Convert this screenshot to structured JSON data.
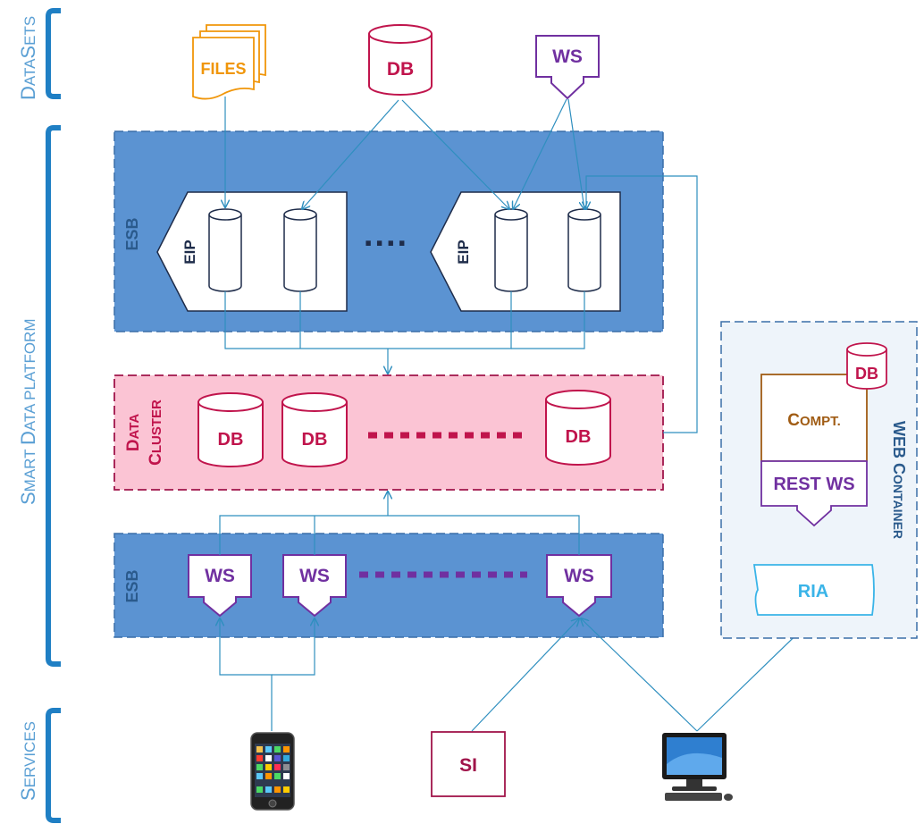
{
  "sections": {
    "datasets": {
      "big": "D",
      "small": "ATA",
      "big2": "S",
      "small2": "ETS"
    },
    "platform": {
      "big": "S",
      "small": "MART ",
      "big2": "D",
      "small2": "ATA PLATFORM"
    },
    "services": {
      "big": "S",
      "small": "ERVICES"
    }
  },
  "sources": {
    "files": "FILES",
    "db": "DB",
    "ws": "WS"
  },
  "esb_top": {
    "label": "ESB",
    "eip_left": "EIP",
    "eip_right": "EIP",
    "ellipsis": "...."
  },
  "cluster": {
    "label_big1": "D",
    "label_small1": "ATA",
    "label_big2": "C",
    "label_small2": "LUSTER",
    "db_items": [
      "DB",
      "DB",
      "DB"
    ]
  },
  "esb_bottom": {
    "label": "ESB",
    "ws_items": [
      "WS",
      "WS",
      "WS"
    ]
  },
  "web_container": {
    "title_big1": "WEB ",
    "title_big2": "C",
    "title_small2": "ONTAINER",
    "db": "DB",
    "compt_big": "C",
    "compt_small": "OMPT.",
    "rest_ws": "REST WS",
    "ria": "RIA"
  },
  "services": {
    "si": "SI"
  },
  "colors": {
    "blue_band": "#5b93d2",
    "blue_text": "#5a9fd4",
    "line_blue": "#2f8fbf",
    "db_crimson": "#c0144c",
    "files_orange": "#f0960a",
    "ws_purple": "#7030a0",
    "cluster_pink": "#fbc4d4",
    "cluster_border": "#a0144a",
    "compt_brown": "#a05c14",
    "ria_cyan": "#3ab4e8"
  }
}
